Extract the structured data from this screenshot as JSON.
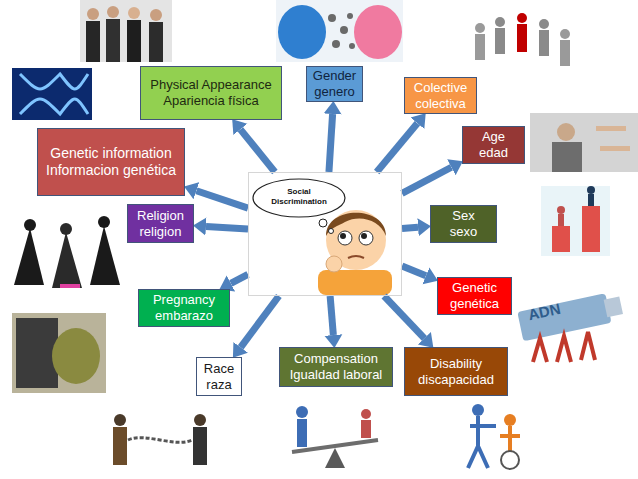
{
  "diagram": {
    "nodes": [
      {
        "text": [
          "Physical Appearance",
          "Apariencia física"
        ]
      },
      {
        "text": [
          "Gender",
          "genero"
        ]
      },
      {
        "text": [
          "Colective",
          "colectiva"
        ]
      },
      {
        "text": [
          "Genetic information",
          "Informacion genética"
        ]
      },
      {
        "text": [
          "Age",
          "edad"
        ]
      },
      {
        "text": [
          "Social Discrimination"
        ]
      },
      {
        "text": [
          "Religion",
          "religion"
        ]
      },
      {
        "text": [
          "Sex",
          "sexo"
        ]
      },
      {
        "text": [
          "Genetic",
          "genética"
        ]
      },
      {
        "text": [
          "Pregnancy",
          "embarazo"
        ]
      },
      {
        "text": [
          "Race",
          "raza"
        ]
      },
      {
        "text": [
          "Compensation",
          "Igualdad laboral"
        ]
      },
      {
        "text": [
          "Disability",
          "discapacidad"
        ]
      }
    ],
    "edges": [
      {
        "from": 5,
        "to": 0,
        "arrow": "to"
      },
      {
        "from": 5,
        "to": 1,
        "arrow": "to"
      },
      {
        "from": 5,
        "to": 2,
        "arrow": "to"
      },
      {
        "from": 5,
        "to": 3,
        "arrow": "to"
      },
      {
        "from": 5,
        "to": 4,
        "arrow": "to"
      },
      {
        "from": 5,
        "to": 6,
        "arrow": "to"
      },
      {
        "from": 5,
        "to": 7,
        "arrow": "to"
      },
      {
        "from": 5,
        "to": 8,
        "arrow": "to"
      },
      {
        "from": 5,
        "to": 9,
        "arrow": "to"
      },
      {
        "from": 5,
        "to": 10,
        "arrow": "to"
      },
      {
        "from": 5,
        "to": 11,
        "arrow": "to"
      },
      {
        "from": 5,
        "to": 12,
        "arrow": "to"
      }
    ],
    "labels": [
      "ADN"
    ]
  }
}
